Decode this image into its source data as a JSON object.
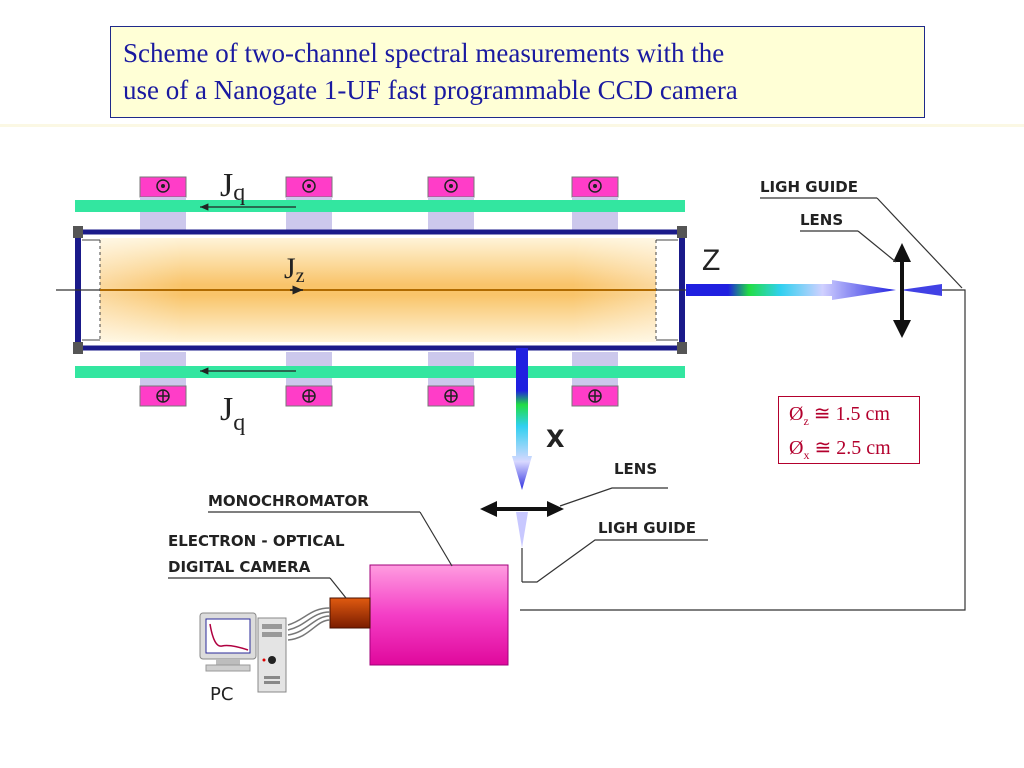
{
  "title": {
    "line1": "Scheme of two-channel spectral measurements with the",
    "line2": "use of a Nanogate 1-UF fast programmable CCD camera"
  },
  "labels": {
    "jq_top": "J",
    "jq_top_sub": "q",
    "jz": "J",
    "jz_sub": "z",
    "jq_bottom": "J",
    "jq_bottom_sub": "q",
    "z_axis": "Z",
    "x_axis": "X",
    "ligh_guide_top": "LIGH GUIDE",
    "lens_top": "LENS",
    "lens_bottom": "LENS",
    "ligh_guide_bottom": "LIGH GUIDE",
    "monochromator": "MONOCHROMATOR",
    "camera_line1": "ELECTRON - OPTICAL",
    "camera_line2": "DIGITAL CAMERA",
    "pc": "PC"
  },
  "diameters": {
    "z_symbol": "Ø",
    "z_sub": "z",
    "z_value": " ≅ 1.5 cm",
    "x_symbol": "Ø",
    "x_sub": "x",
    "x_value": " ≅ 2.5 cm"
  },
  "colors": {
    "title_text": "#1a1aa0",
    "title_bg": "#ffffd6",
    "rail": "#33e6a0",
    "tube_frame": "#1a1a8a",
    "coil_top": "#ff3dc8",
    "magenta_box": "#f020b0",
    "diameter_text": "#b3002d"
  }
}
